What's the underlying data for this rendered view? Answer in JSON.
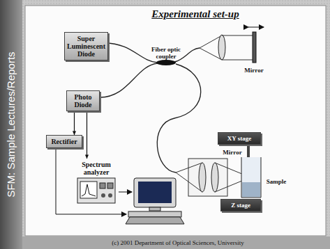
{
  "diagram": {
    "title": "Experimental set-up",
    "caption": "(c) 2001 Department of Optical Sciences, University",
    "nodes": [
      {
        "text": [
          "Super Luminescent Diode"
        ]
      },
      {
        "text": [
          "Photo Diode"
        ]
      },
      {
        "text": [
          "Rectifier"
        ]
      },
      {
        "text": [
          "Spectrum analyzer"
        ]
      },
      {
        "text": [
          "XY stage"
        ]
      },
      {
        "text": [
          "Z stage"
        ]
      }
    ],
    "edges": [
      {
        "from": 1,
        "to": 2,
        "arrow": "to"
      },
      {
        "from": 1,
        "to": 3,
        "arrow": "to"
      }
    ],
    "labels": [
      "SFM: Sample Lectures/Reports",
      "Fiber optic coupler",
      "Mirror",
      "Mirror",
      "Sample"
    ]
  }
}
